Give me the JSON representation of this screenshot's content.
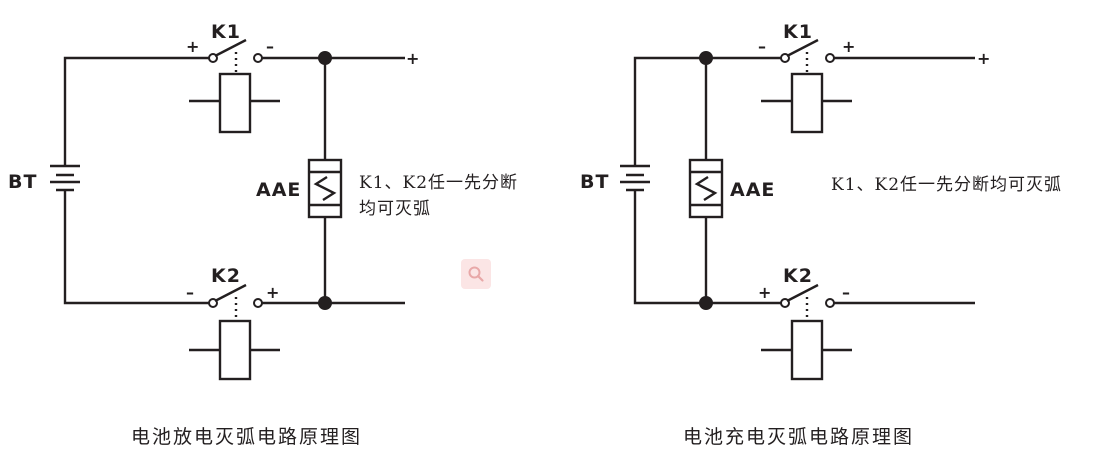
{
  "left": {
    "k1": "K1",
    "k1_left_pol": "+",
    "k1_right_pol": "–",
    "k2": "K2",
    "k2_left_pol": "–",
    "k2_right_pol": "+",
    "out_pol": "+",
    "bt": "BT",
    "aae": "AAE",
    "note_line1": "K1、K2任一先分断",
    "note_line2": "均可灭弧",
    "caption": "电池放电灭弧电路原理图"
  },
  "right": {
    "k1": "K1",
    "k1_left_pol": "–",
    "k1_right_pol": "+",
    "k2": "K2",
    "k2_left_pol": "+",
    "k2_right_pol": "–",
    "out_pol": "+",
    "bt": "BT",
    "aae": "AAE",
    "note": "K1、K2任一先分断均可灭弧",
    "caption": "电池充电灭弧电路原理图"
  },
  "zoom_icon": "magnifier-icon"
}
